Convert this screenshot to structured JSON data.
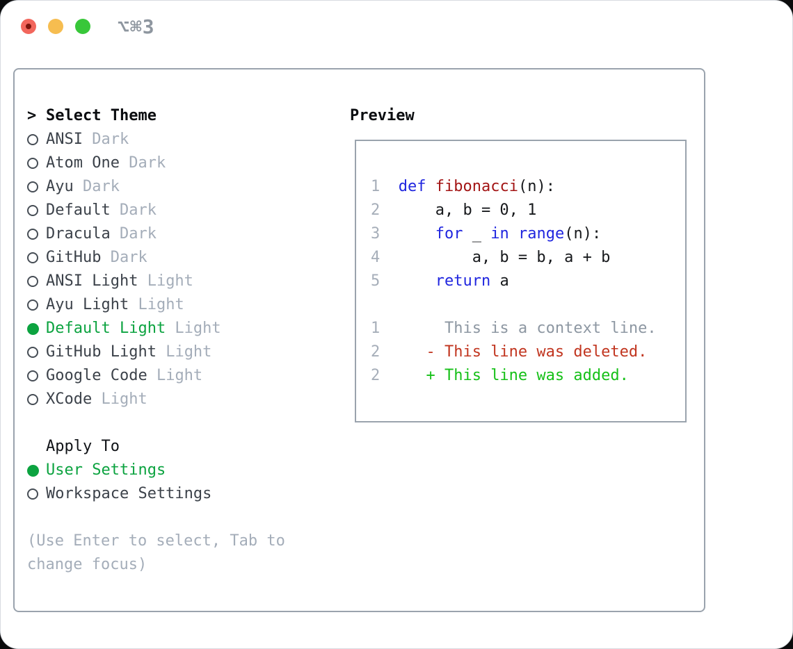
{
  "window": {
    "title": "⌥⌘3"
  },
  "colors": {
    "keyword": "#2026df",
    "function": "#a31515",
    "plain": "#17191c",
    "linenum": "#a6aeb9",
    "context": "#8d97a2",
    "deleted": "#c1351f",
    "added": "#16c018",
    "ui_green": "#0ca340",
    "muted": "#a4adb9",
    "item_text": "#3c424a"
  },
  "picker": {
    "prompt": ">",
    "title": "Select Theme",
    "themes": [
      {
        "name": "ANSI",
        "variant": "Dark",
        "selected": false
      },
      {
        "name": "Atom One",
        "variant": "Dark",
        "selected": false
      },
      {
        "name": "Ayu",
        "variant": "Dark",
        "selected": false
      },
      {
        "name": "Default",
        "variant": "Dark",
        "selected": false
      },
      {
        "name": "Dracula",
        "variant": "Dark",
        "selected": false
      },
      {
        "name": "GitHub",
        "variant": "Dark",
        "selected": false
      },
      {
        "name": "ANSI Light",
        "variant": "Light",
        "selected": false
      },
      {
        "name": "Ayu Light",
        "variant": "Light",
        "selected": false
      },
      {
        "name": "Default Light",
        "variant": "Light",
        "selected": true
      },
      {
        "name": "GitHub Light",
        "variant": "Light",
        "selected": false
      },
      {
        "name": "Google Code",
        "variant": "Light",
        "selected": false
      },
      {
        "name": "XCode",
        "variant": "Light",
        "selected": false
      }
    ],
    "apply_to": {
      "header": "Apply To",
      "options": [
        {
          "label": "User Settings",
          "selected": true
        },
        {
          "label": "Workspace Settings",
          "selected": false
        }
      ]
    },
    "hint": "(Use Enter to select, Tab to change focus)"
  },
  "preview": {
    "header": "Preview",
    "lines": [
      {
        "num": "1",
        "tokens": [
          {
            "t": "  ",
            "c": "plain"
          },
          {
            "t": "def",
            "c": "keyword"
          },
          {
            "t": " ",
            "c": "plain"
          },
          {
            "t": "fibonacci",
            "c": "function"
          },
          {
            "t": "(n):",
            "c": "plain"
          }
        ]
      },
      {
        "num": "2",
        "tokens": [
          {
            "t": "      a, b = 0, 1",
            "c": "plain"
          }
        ]
      },
      {
        "num": "3",
        "tokens": [
          {
            "t": "      ",
            "c": "plain"
          },
          {
            "t": "for",
            "c": "keyword"
          },
          {
            "t": " _ ",
            "c": "plain"
          },
          {
            "t": "in",
            "c": "keyword"
          },
          {
            "t": " ",
            "c": "plain"
          },
          {
            "t": "range",
            "c": "keyword"
          },
          {
            "t": "(n):",
            "c": "plain"
          }
        ]
      },
      {
        "num": "4",
        "tokens": [
          {
            "t": "          a, b = b, a + b",
            "c": "plain"
          }
        ]
      },
      {
        "num": "5",
        "tokens": [
          {
            "t": "      ",
            "c": "plain"
          },
          {
            "t": "return",
            "c": "keyword"
          },
          {
            "t": " a",
            "c": "plain"
          }
        ]
      },
      {
        "num": "",
        "tokens": []
      },
      {
        "num": "1",
        "tokens": [
          {
            "t": "       This is a context line.",
            "c": "context"
          }
        ]
      },
      {
        "num": "2",
        "tokens": [
          {
            "t": "     - This line was deleted.",
            "c": "deleted"
          }
        ]
      },
      {
        "num": "2",
        "tokens": [
          {
            "t": "     + This line was added.",
            "c": "added"
          }
        ]
      }
    ]
  }
}
